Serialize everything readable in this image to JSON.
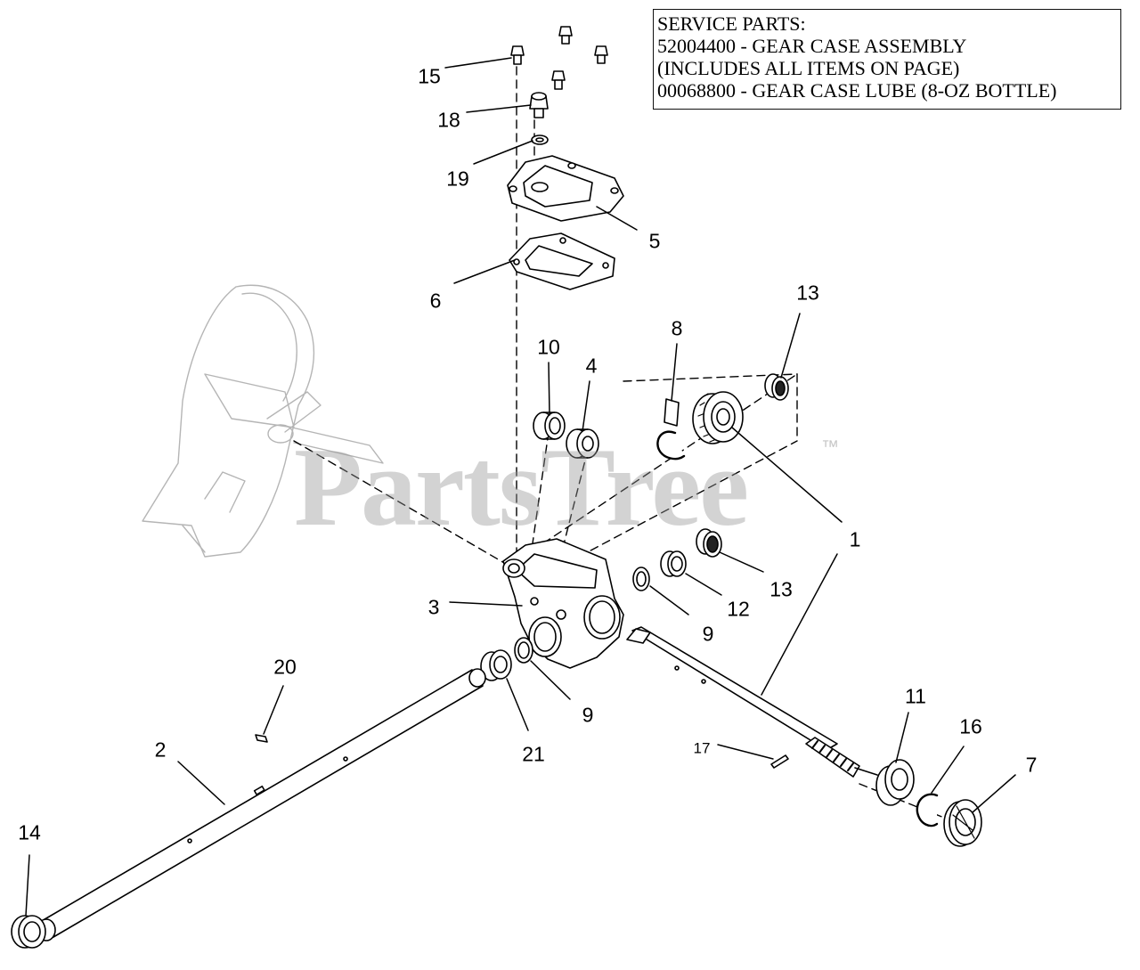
{
  "service_box": {
    "lines": [
      "SERVICE PARTS:",
      "52004400 - GEAR CASE ASSEMBLY",
      "(INCLUDES ALL ITEMS ON PAGE)",
      "00068800 - GEAR CASE LUBE (8-OZ BOTTLE)"
    ]
  },
  "watermark": {
    "text": "PartsTree",
    "trademark": "™"
  },
  "callouts": {
    "c15": "15",
    "c18": "18",
    "c19": "19",
    "c5": "5",
    "c6": "6",
    "c13a": "13",
    "c8": "8",
    "c10": "10",
    "c4": "4",
    "c1": "1",
    "c13b": "13",
    "c12": "12",
    "c9a": "9",
    "c3": "3",
    "c9b": "9",
    "c21": "21",
    "c20": "20",
    "c2": "2",
    "c11": "11",
    "c16": "16",
    "c17": "17",
    "c7": "7",
    "c14": "14"
  }
}
